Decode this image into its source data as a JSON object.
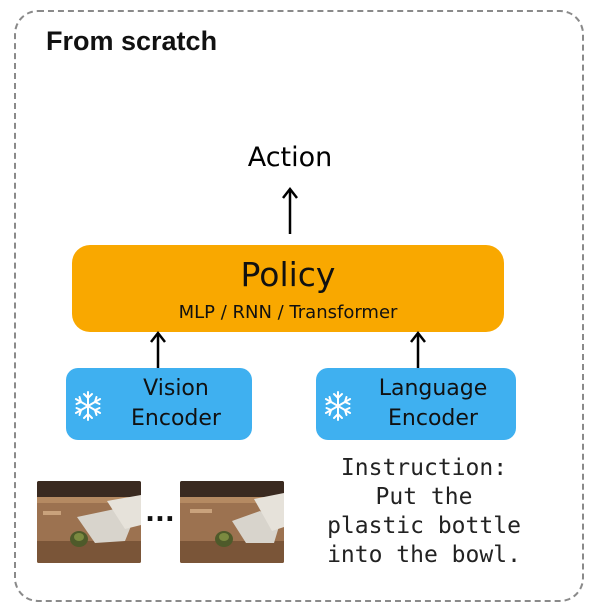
{
  "panel": {
    "title": "From scratch"
  },
  "action": {
    "label": "Action"
  },
  "policy": {
    "title": "Policy",
    "subtitle": "MLP / RNN / Transformer",
    "color": "#f9a800"
  },
  "encoders": {
    "vision": {
      "line1": "Vision",
      "line2": "Encoder",
      "icon": "snowflake-icon"
    },
    "language": {
      "line1": "Language",
      "line2": "Encoder",
      "icon": "snowflake-icon"
    },
    "color": "#3fb0f0"
  },
  "frames": {
    "separator": "..."
  },
  "instruction": {
    "lines": [
      "Instruction:",
      "Put the",
      "plastic bottle",
      "into the bowl."
    ]
  }
}
